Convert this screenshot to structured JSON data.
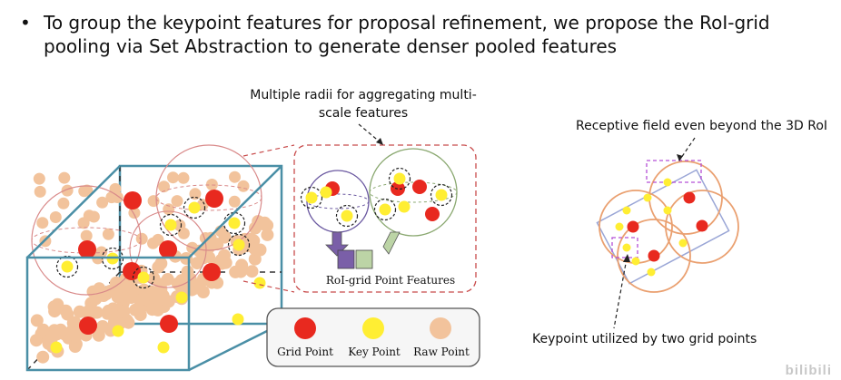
{
  "slide": {
    "bullet_marker": "•",
    "bullet_text": "To group the keypoint features for proposal refinement, we propose the RoI-grid pooling via Set Abstraction to generate denser pooled features"
  },
  "left_figure": {
    "annotation_multi_radii": "Multiple radii for aggregating multi-scale features",
    "roi_grid_features_label": "RoI-grid Point Features",
    "legend": {
      "grid_point": "Grid Point",
      "key_point": "Key Point",
      "raw_point": "Raw Point"
    }
  },
  "right_figure": {
    "annotation_receptive": "Receptive field even beyond the 3D RoI",
    "annotation_keypoint": "Keypoint utilized by two grid points"
  },
  "watermark": "bilibili",
  "colors": {
    "grid_point": "#e8291f",
    "key_point": "#ffee33",
    "raw_point": "#f2c39c",
    "box_edge": "#4a8fa6",
    "ball_outline": "#d98a8a",
    "dashed_red": "#c84a4a",
    "purple_bar": "#7a5fa8",
    "green_bar": "#bcd4a6",
    "dashed_purple": "#b44fd6",
    "orange_circle": "#eaa070",
    "roi_box": "#9aa6d6"
  }
}
